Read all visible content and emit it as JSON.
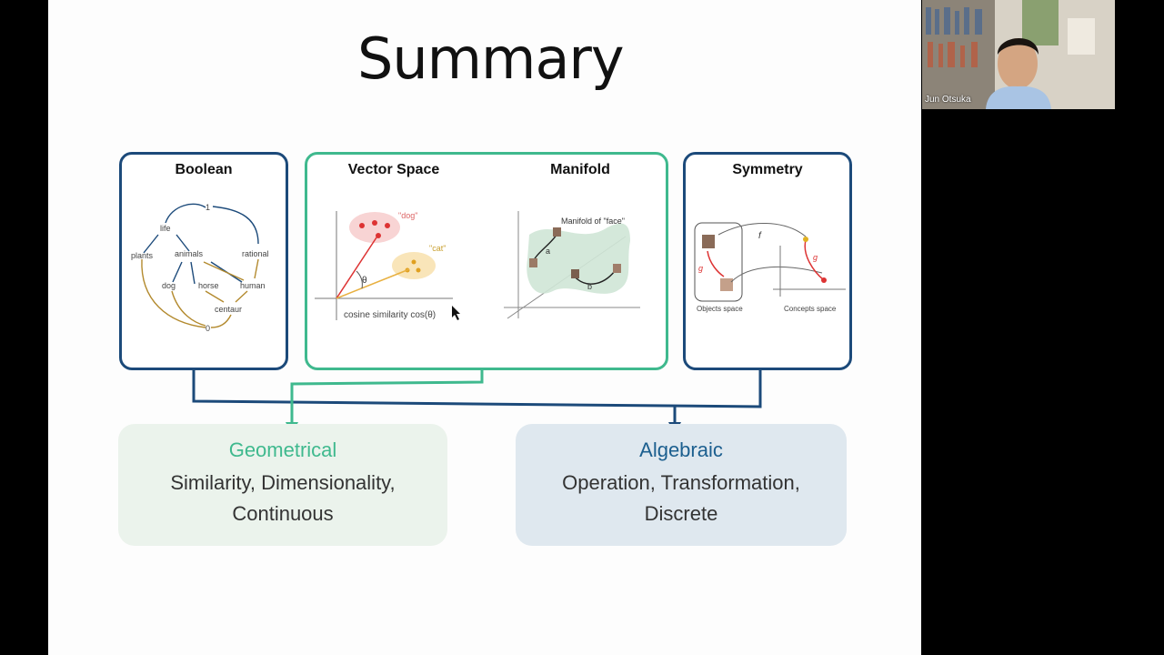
{
  "slide": {
    "title": "Summary",
    "panels": {
      "boolean": {
        "title": "Boolean",
        "labels": {
          "one": "1",
          "life": "life",
          "plants": "plants",
          "animals": "animals",
          "rational": "rational",
          "dog": "dog",
          "horse": "horse",
          "human": "human",
          "centaur": "centaur",
          "zero": "0"
        }
      },
      "vector_space": {
        "title": "Vector Space",
        "dog_label": "\"dog\"",
        "cat_label": "\"cat\"",
        "theta": "θ",
        "caption": "cosine similarity cos(θ)"
      },
      "manifold": {
        "title": "Manifold",
        "caption": "Manifold of \"face\"",
        "a": "a",
        "b": "b"
      },
      "symmetry": {
        "title": "Symmetry",
        "f": "f",
        "g1": "g",
        "g2": "g",
        "objects": "Objects space",
        "concepts": "Concepts space"
      }
    },
    "results": {
      "geometrical": {
        "heading": "Geometrical",
        "line1": "Similarity, Dimensionality,",
        "line2": "Continuous",
        "heading_color": "#3fb98e"
      },
      "algebraic": {
        "heading": "Algebraic",
        "line1": "Operation, Transformation,",
        "line2": "Discrete",
        "heading_color": "#1c5f8f"
      }
    },
    "colors": {
      "blue": "#1c4a7a",
      "green": "#3fb98e"
    }
  },
  "video": {
    "participant_name": "Jun Otsuka"
  }
}
